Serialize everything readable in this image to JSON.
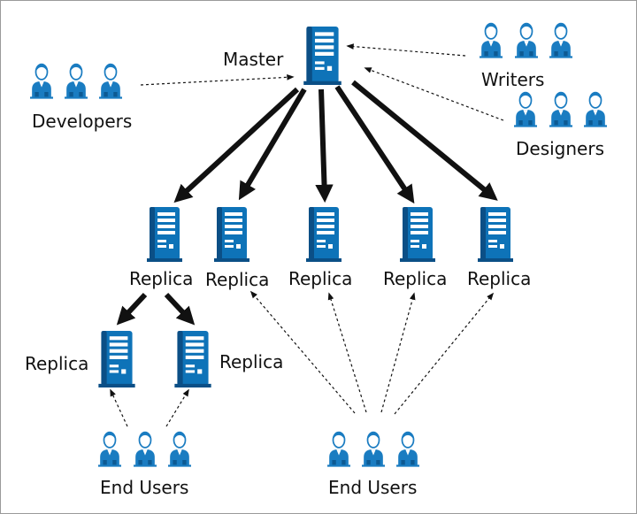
{
  "labels": {
    "master": "Master",
    "developers": "Developers",
    "writers": "Writers",
    "designers": "Designers",
    "replica": "Replica",
    "end_users": "End Users"
  },
  "colors": {
    "server_body": "#0e73b8",
    "server_dark": "#0b4f86",
    "server_light": "#ffffff",
    "user_body": "#1a7cc1",
    "arrow": "#111111",
    "text": "#111111"
  },
  "icons": {
    "server": "server-tower-icon",
    "user": "person-icon"
  }
}
